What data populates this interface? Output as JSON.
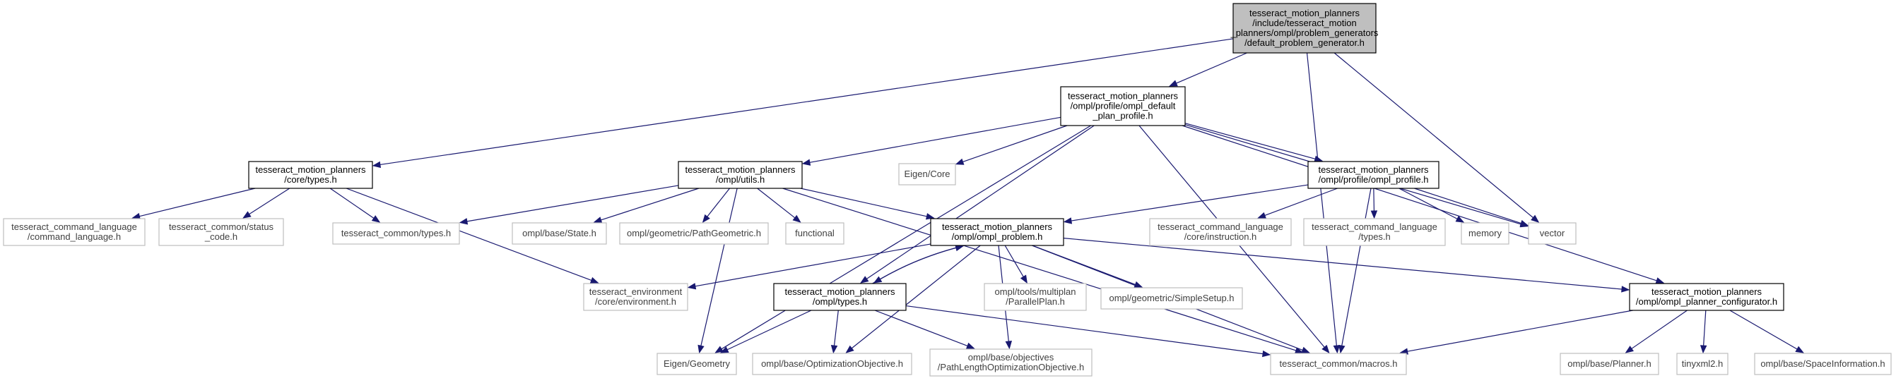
{
  "diagram": {
    "colors": {
      "edge": "#191970",
      "root_fill": "#bfbfbf",
      "node_border": "#000000",
      "external_border": "#bfbfbf",
      "external_text": "#404040"
    },
    "nodes": [
      {
        "id": "root",
        "kind": "root",
        "lines": [
          "tesseract_motion_planners",
          "/include/tesseract_motion",
          "_planners/ompl/problem_generators",
          "/default_problem_generator.h"
        ]
      },
      {
        "id": "default_plan_profile",
        "kind": "internal",
        "lines": [
          "tesseract_motion_planners",
          "/ompl/profile/ompl_default",
          "_plan_profile.h"
        ]
      },
      {
        "id": "core_types",
        "kind": "internal",
        "lines": [
          "tesseract_motion_planners",
          "/core/types.h"
        ]
      },
      {
        "id": "utils",
        "kind": "internal",
        "lines": [
          "tesseract_motion_planners",
          "/ompl/utils.h"
        ]
      },
      {
        "id": "eigen_core",
        "kind": "external",
        "lines": [
          "Eigen/Core"
        ]
      },
      {
        "id": "ompl_profile",
        "kind": "internal",
        "lines": [
          "tesseract_motion_planners",
          "/ompl/profile/ompl_profile.h"
        ]
      },
      {
        "id": "command_language",
        "kind": "external",
        "lines": [
          "tesseract_command_language",
          "/command_language.h"
        ]
      },
      {
        "id": "status_code",
        "kind": "external",
        "lines": [
          "tesseract_common/status",
          "_code.h"
        ]
      },
      {
        "id": "common_types",
        "kind": "external",
        "lines": [
          "tesseract_common/types.h"
        ]
      },
      {
        "id": "state",
        "kind": "external",
        "lines": [
          "ompl/base/State.h"
        ]
      },
      {
        "id": "path_geometric",
        "kind": "external",
        "lines": [
          "ompl/geometric/PathGeometric.h"
        ]
      },
      {
        "id": "functional",
        "kind": "external",
        "lines": [
          "functional"
        ]
      },
      {
        "id": "ompl_problem",
        "kind": "internal",
        "lines": [
          "tesseract_motion_planners",
          "/ompl/ompl_problem.h"
        ]
      },
      {
        "id": "instruction",
        "kind": "external",
        "lines": [
          "tesseract_command_language",
          "/core/instruction.h"
        ]
      },
      {
        "id": "cl_types",
        "kind": "external",
        "lines": [
          "tesseract_command_language",
          "/types.h"
        ]
      },
      {
        "id": "memory",
        "kind": "external",
        "lines": [
          "memory"
        ]
      },
      {
        "id": "vector",
        "kind": "external",
        "lines": [
          "vector"
        ]
      },
      {
        "id": "environment",
        "kind": "external",
        "lines": [
          "tesseract_environment",
          "/core/environment.h"
        ]
      },
      {
        "id": "ompl_types",
        "kind": "internal",
        "lines": [
          "tesseract_motion_planners",
          "/ompl/types.h"
        ]
      },
      {
        "id": "parallel_plan",
        "kind": "external",
        "lines": [
          "ompl/tools/multiplan",
          "/ParallelPlan.h"
        ]
      },
      {
        "id": "simple_setup",
        "kind": "external",
        "lines": [
          "ompl/geometric/SimpleSetup.h"
        ]
      },
      {
        "id": "planner_configurator",
        "kind": "internal",
        "lines": [
          "tesseract_motion_planners",
          "/ompl/ompl_planner_configurator.h"
        ]
      },
      {
        "id": "eigen_geometry",
        "kind": "external",
        "lines": [
          "Eigen/Geometry"
        ]
      },
      {
        "id": "optimization_objective",
        "kind": "external",
        "lines": [
          "ompl/base/OptimizationObjective.h"
        ]
      },
      {
        "id": "path_length_objective",
        "kind": "external",
        "lines": [
          "ompl/base/objectives",
          "/PathLengthOptimizationObjective.h"
        ]
      },
      {
        "id": "macros",
        "kind": "external",
        "lines": [
          "tesseract_common/macros.h"
        ]
      },
      {
        "id": "planner",
        "kind": "external",
        "lines": [
          "ompl/base/Planner.h"
        ]
      },
      {
        "id": "tinyxml2",
        "kind": "external",
        "lines": [
          "tinyxml2.h"
        ]
      },
      {
        "id": "space_information",
        "kind": "external",
        "lines": [
          "ompl/base/SpaceInformation.h"
        ]
      }
    ],
    "edges": [
      [
        "root",
        "default_plan_profile"
      ],
      [
        "root",
        "core_types"
      ],
      [
        "root",
        "vector"
      ],
      [
        "root",
        "macros"
      ],
      [
        "default_plan_profile",
        "utils"
      ],
      [
        "default_plan_profile",
        "eigen_core"
      ],
      [
        "default_plan_profile",
        "ompl_profile"
      ],
      [
        "default_plan_profile",
        "vector"
      ],
      [
        "default_plan_profile",
        "planner_configurator"
      ],
      [
        "default_plan_profile",
        "ompl_types"
      ],
      [
        "default_plan_profile",
        "macros"
      ],
      [
        "default_plan_profile",
        "eigen_geometry"
      ],
      [
        "core_types",
        "command_language"
      ],
      [
        "core_types",
        "status_code"
      ],
      [
        "core_types",
        "common_types"
      ],
      [
        "core_types",
        "environment"
      ],
      [
        "utils",
        "common_types"
      ],
      [
        "utils",
        "state"
      ],
      [
        "utils",
        "path_geometric"
      ],
      [
        "utils",
        "functional"
      ],
      [
        "utils",
        "ompl_problem"
      ],
      [
        "utils",
        "macros"
      ],
      [
        "utils",
        "eigen_geometry"
      ],
      [
        "ompl_profile",
        "ompl_problem"
      ],
      [
        "ompl_profile",
        "instruction"
      ],
      [
        "ompl_profile",
        "cl_types"
      ],
      [
        "ompl_profile",
        "memory"
      ],
      [
        "ompl_profile",
        "vector"
      ],
      [
        "ompl_profile",
        "macros"
      ],
      [
        "ompl_problem",
        "environment"
      ],
      [
        "ompl_problem",
        "ompl_types"
      ],
      [
        "ompl_problem",
        "parallel_plan"
      ],
      [
        "ompl_problem",
        "simple_setup"
      ],
      [
        "ompl_problem",
        "planner_configurator"
      ],
      [
        "ompl_problem",
        "optimization_objective"
      ],
      [
        "ompl_problem",
        "path_length_objective"
      ],
      [
        "ompl_problem",
        "macros"
      ],
      [
        "ompl_types",
        "ompl_problem"
      ],
      [
        "ompl_types",
        "eigen_geometry"
      ],
      [
        "ompl_types",
        "optimization_objective"
      ],
      [
        "ompl_types",
        "path_length_objective"
      ],
      [
        "ompl_types",
        "macros"
      ],
      [
        "planner_configurator",
        "macros"
      ],
      [
        "planner_configurator",
        "planner"
      ],
      [
        "planner_configurator",
        "tinyxml2"
      ],
      [
        "planner_configurator",
        "space_information"
      ]
    ]
  }
}
